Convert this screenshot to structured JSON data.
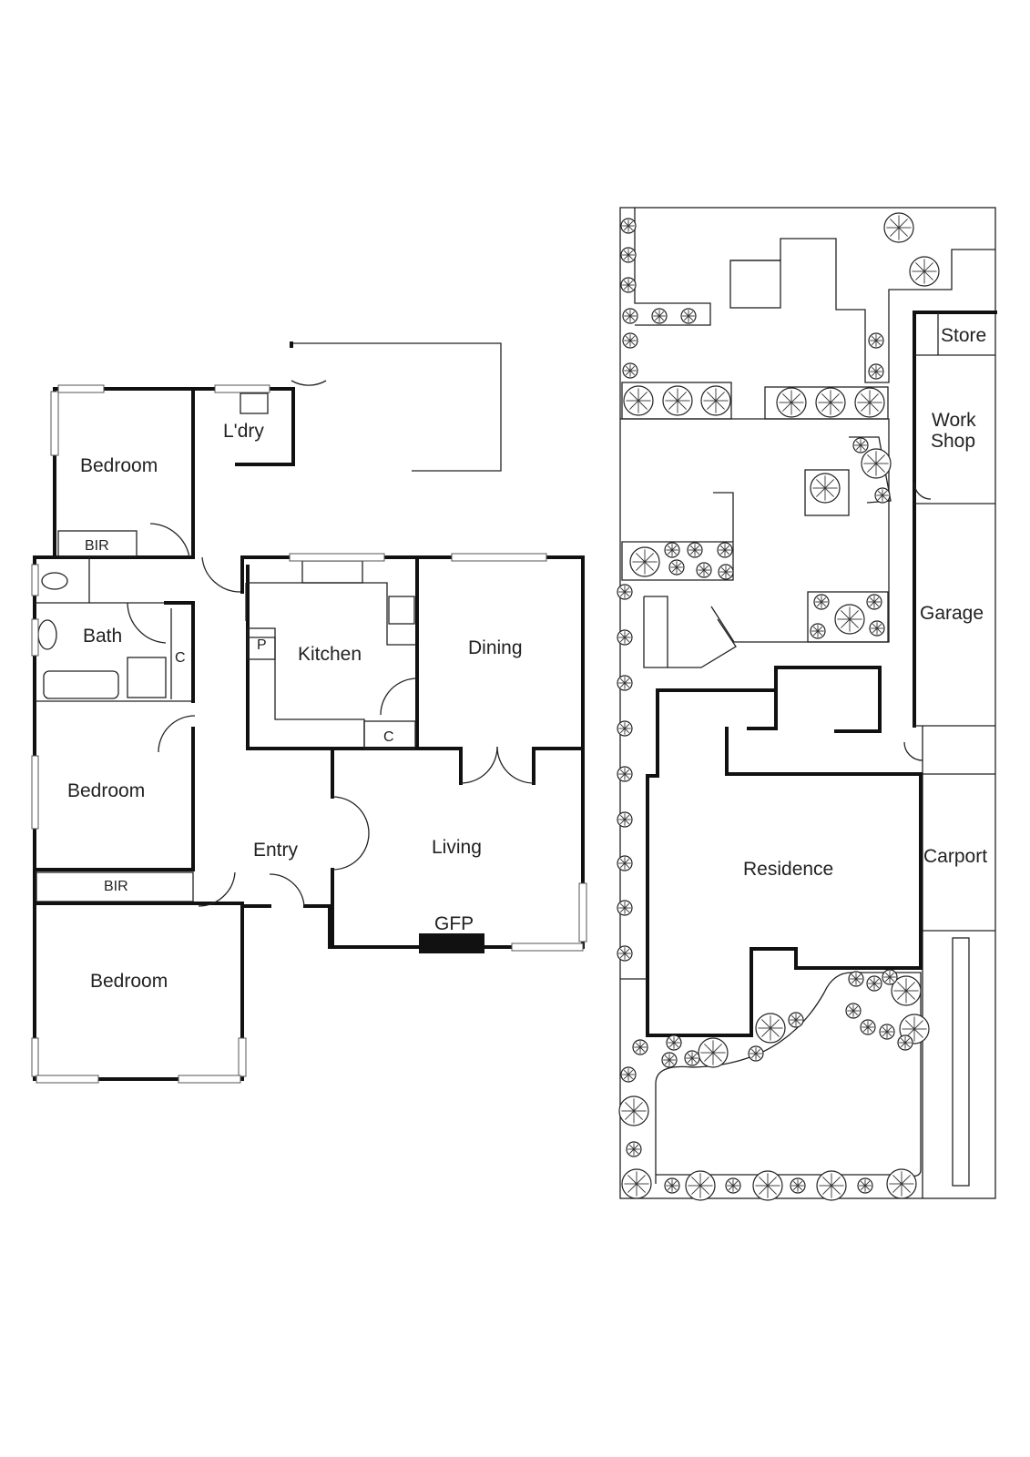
{
  "floor_plan": {
    "rooms": {
      "bedroom_1": "Bedroom",
      "laundry": "L'dry",
      "bir_1": "BIR",
      "bath": "Bath",
      "cupboard_1": "C",
      "pantry": "P",
      "kitchen": "Kitchen",
      "dining": "Dining",
      "cupboard_2": "C",
      "bedroom_2": "Bedroom",
      "entry": "Entry",
      "living": "Living",
      "bir_2": "BIR",
      "gfp": "GFP",
      "bedroom_3": "Bedroom"
    }
  },
  "site_plan": {
    "labels": {
      "store": "Store",
      "workshop_line1": "Work",
      "workshop_line2": "Shop",
      "garage": "Garage",
      "residence": "Residence",
      "carport": "Carport"
    }
  },
  "colors": {
    "wall": "#111111",
    "line": "#222222"
  }
}
